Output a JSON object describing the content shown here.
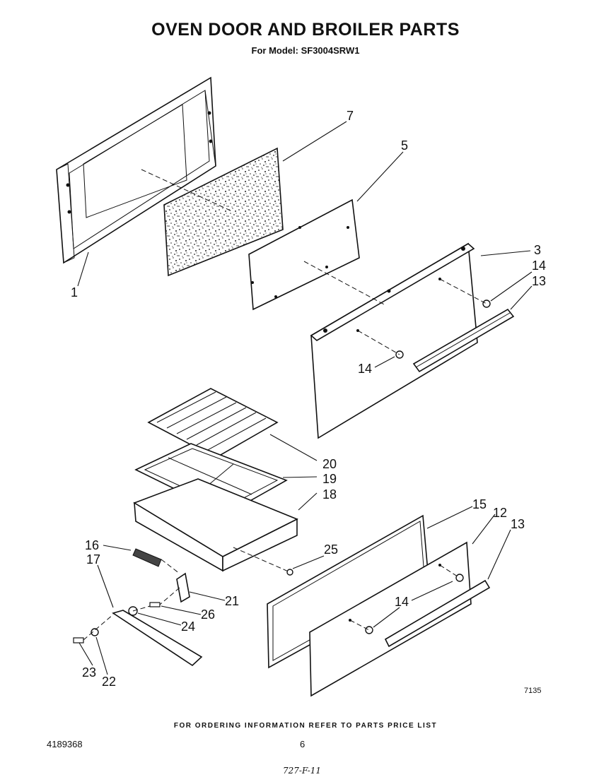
{
  "title": "OVEN DOOR AND BROILER PARTS",
  "model": "For Model: SF3004SRW1",
  "figure_id": "7135",
  "footer_note": "FOR ORDERING INFORMATION REFER TO PARTS PRICE LIST",
  "document_number": "4189368",
  "page_number": "6",
  "handwritten_note": "727-F-11",
  "part_labels": {
    "p1": "1",
    "p3": "3",
    "p5": "5",
    "p7": "7",
    "p12": "12",
    "p13a": "13",
    "p13b": "13",
    "p14a": "14",
    "p14b": "14",
    "p14c": "14",
    "p15": "15",
    "p16": "16",
    "p17": "17",
    "p18": "18",
    "p19": "19",
    "p20": "20",
    "p21": "21",
    "p22": "22",
    "p23": "23",
    "p24": "24",
    "p25": "25",
    "p26": "26"
  }
}
